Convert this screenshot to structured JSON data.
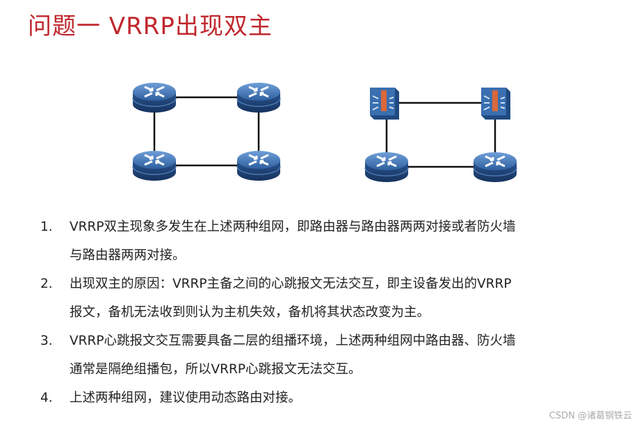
{
  "title": "问题一  VRRP出现双主",
  "items": [
    {
      "num": "1.",
      "line1": "VRRP双主现象多发生在上述两种组网，即路由器与路由器两两对接或者防火墙",
      "line2": "与路由器两两对接。"
    },
    {
      "num": "2.",
      "line1": "出现双主的原因：VRRP主备之间的心跳报文无法交互，即主设备发出的VRRP",
      "line2": "报文，备机无法收到则认为主机失效，备机将其状态改变为主。"
    },
    {
      "num": "3.",
      "line1": "VRRP心跳报文交互需要具备二层的组播环境，上述两种组网中路由器、防火墙",
      "line2": "通常是隔绝组播包，所以VRRP心跳报文无法交互。"
    },
    {
      "num": "4.",
      "line1": "上述两种组网，建议使用动态路由对接。"
    }
  ],
  "watermark": "CSDN @诸葛钢铁云",
  "colors": {
    "title": "#c0272d",
    "device": "#2f5f9e"
  }
}
